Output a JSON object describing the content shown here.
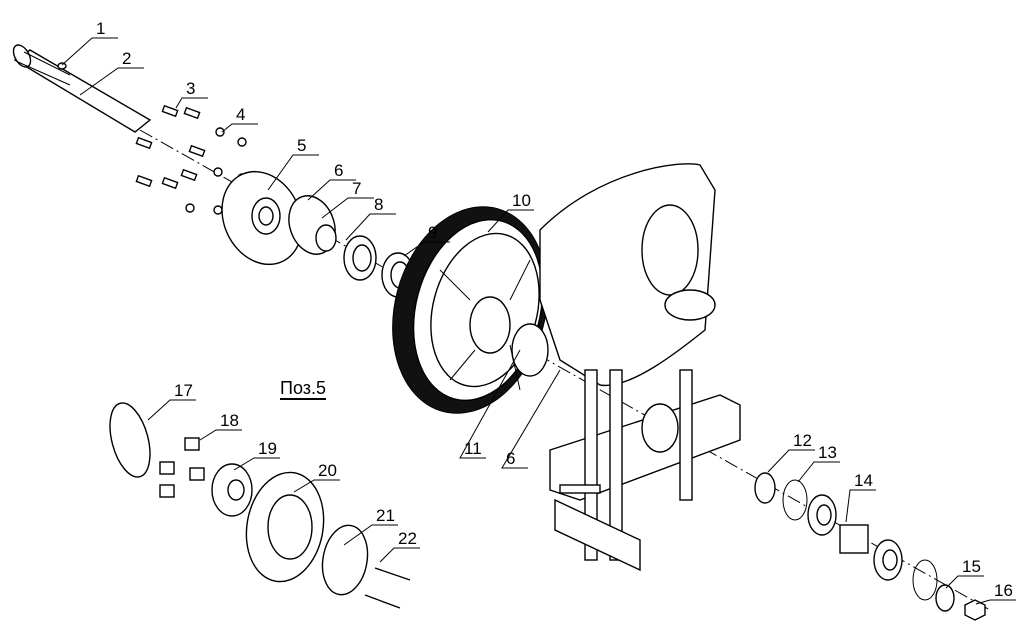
{
  "caption": "Поз.5",
  "callouts": [
    "1",
    "2",
    "3",
    "4",
    "5",
    "6",
    "7",
    "8",
    "9",
    "10",
    "11",
    "6",
    "12",
    "13",
    "14",
    "15",
    "16",
    "17",
    "18",
    "19",
    "20",
    "21",
    "22"
  ]
}
